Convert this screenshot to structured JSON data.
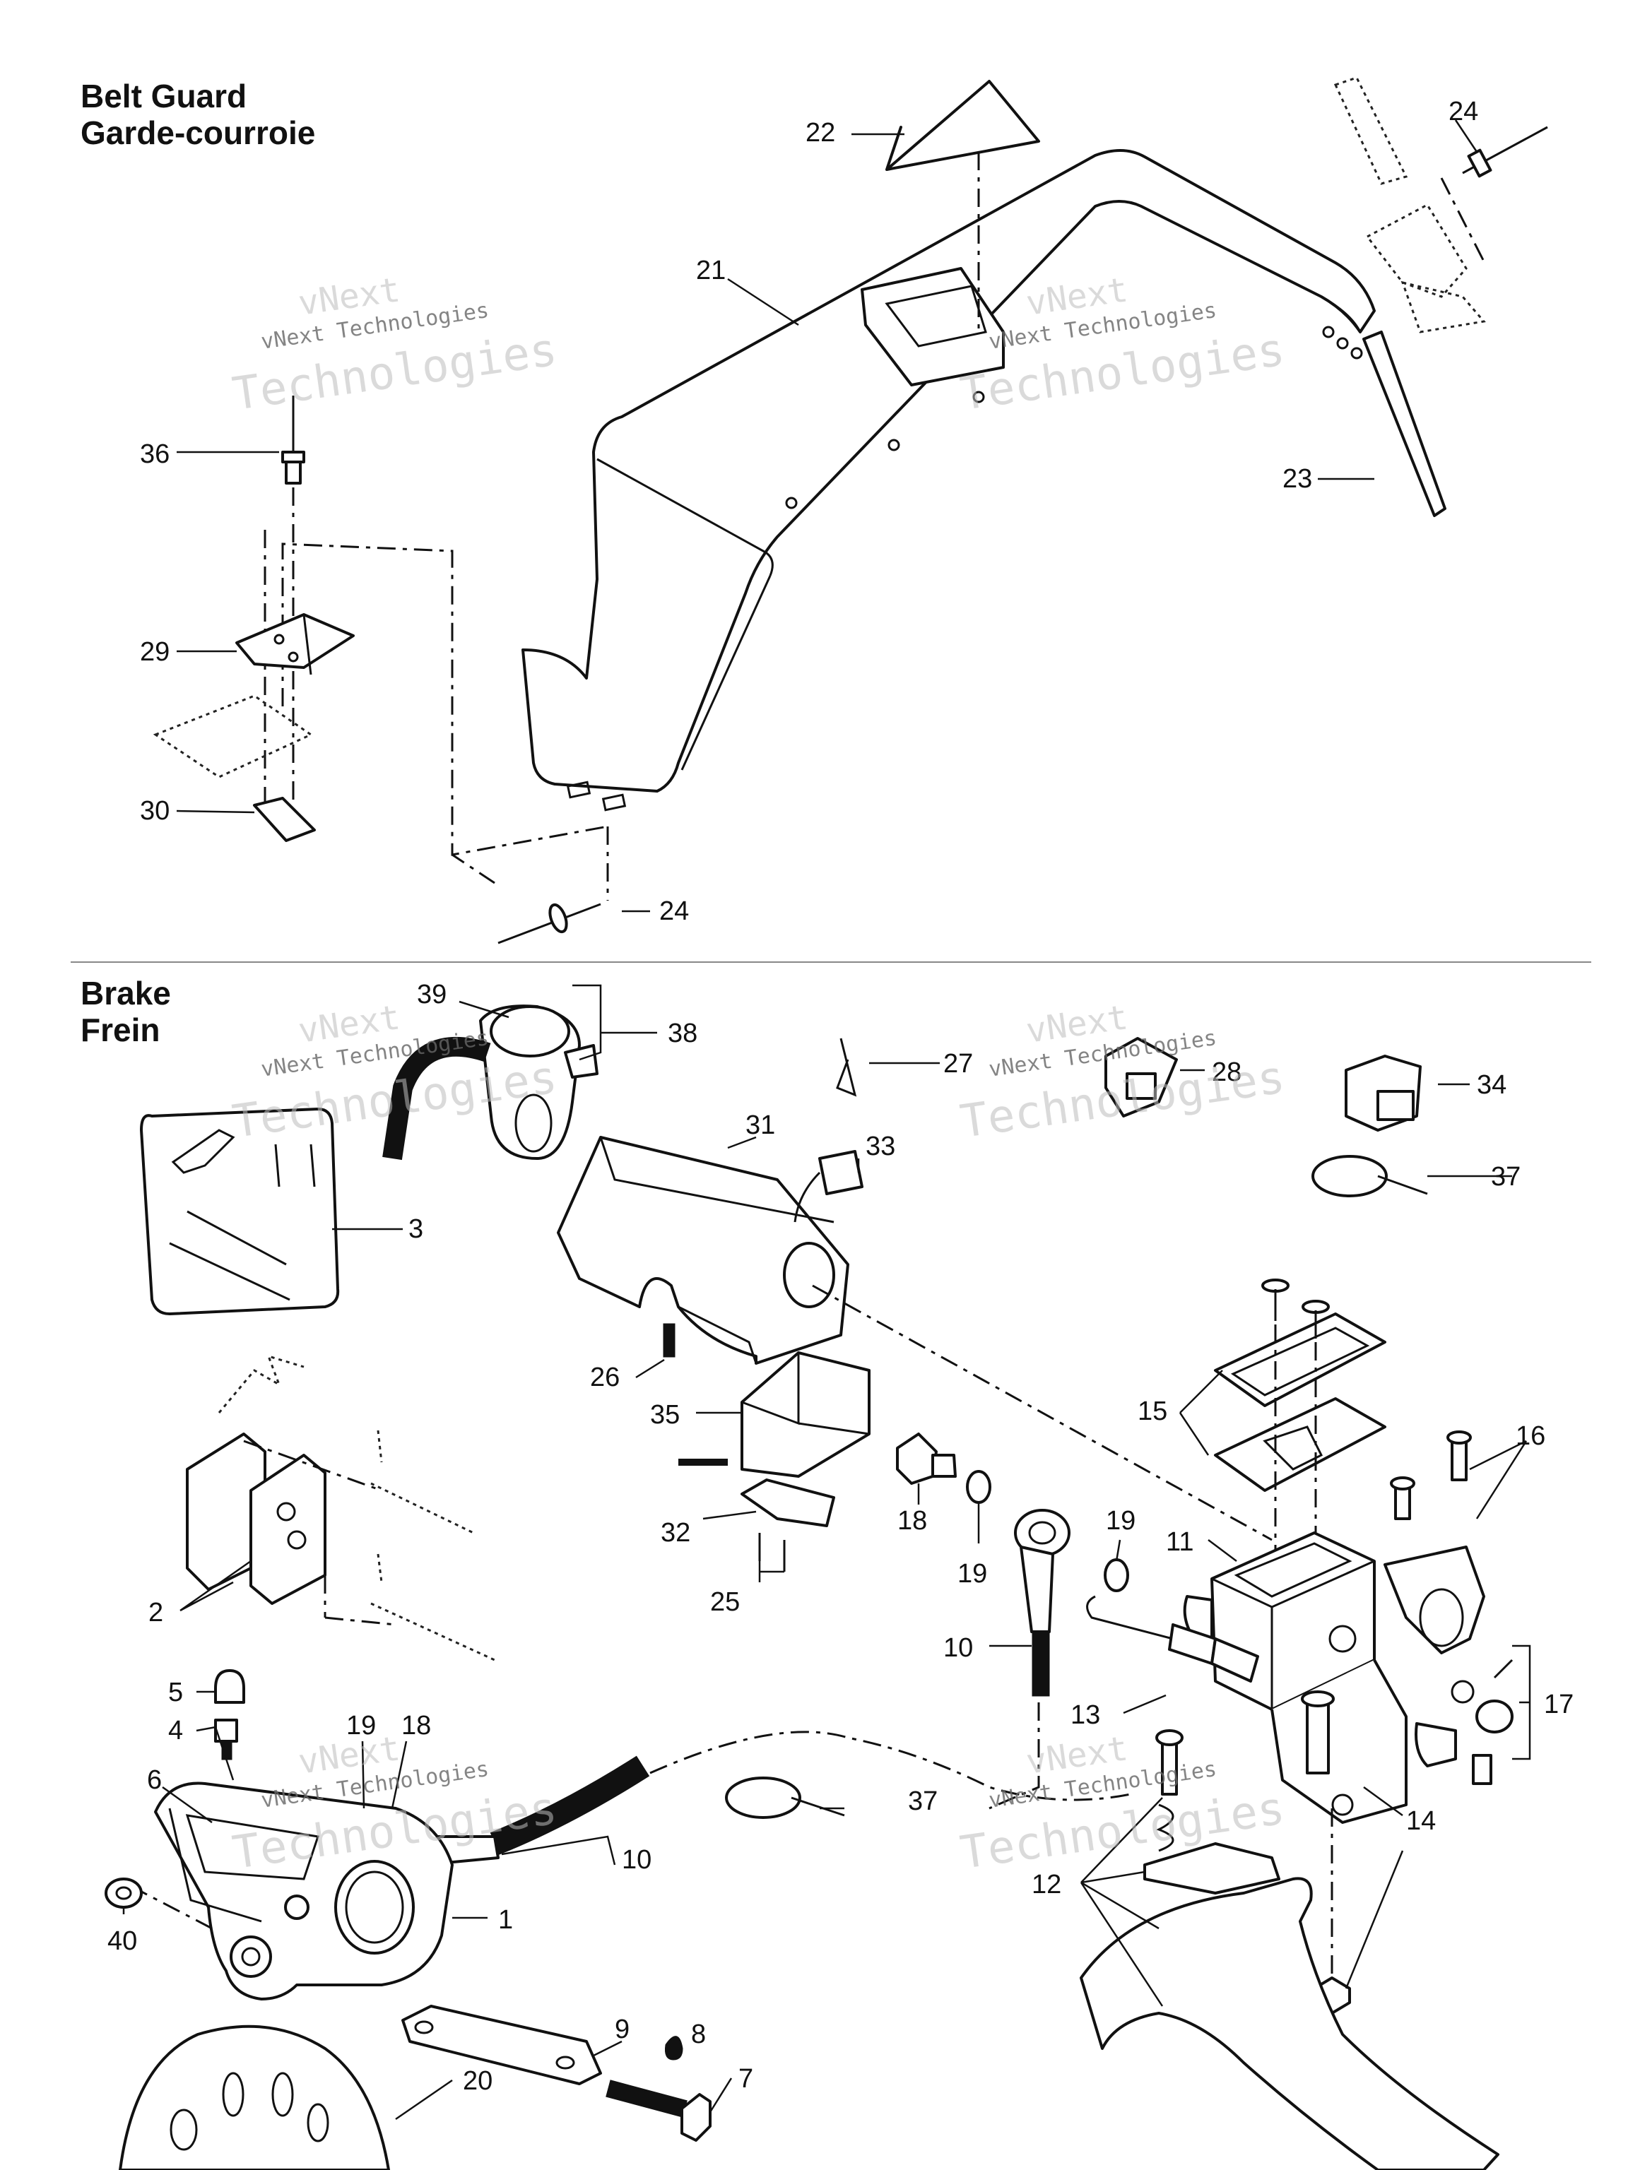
{
  "sections": {
    "belt_guard": {
      "title_en": "Belt Guard",
      "title_fr": "Garde-courroie"
    },
    "brake": {
      "title_en": "Brake",
      "title_fr": "Frein"
    }
  },
  "watermark": {
    "line1": "vNext",
    "line2": "vNext Technologies",
    "line3": "Technologies"
  },
  "callouts": {
    "c1": "1",
    "c2": "2",
    "c3": "3",
    "c4": "4",
    "c5": "5",
    "c6": "6",
    "c7": "7",
    "c8": "8",
    "c9": "9",
    "c10a": "10",
    "c10b": "10",
    "c11": "11",
    "c12": "12",
    "c13": "13",
    "c14": "14",
    "c15": "15",
    "c16": "16",
    "c17": "17",
    "c18a": "18",
    "c18b": "18",
    "c19a": "19",
    "c19b": "19",
    "c19c": "19",
    "c20": "20",
    "c21": "21",
    "c22": "22",
    "c23": "23",
    "c24a": "24",
    "c24b": "24",
    "c25": "25",
    "c26": "26",
    "c27": "27",
    "c28": "28",
    "c29": "29",
    "c30": "30",
    "c31": "31",
    "c32": "32",
    "c33": "33",
    "c34": "34",
    "c35": "35",
    "c36": "36",
    "c37a": "37",
    "c37b": "37",
    "c38": "38",
    "c39": "39",
    "c40": "40"
  }
}
